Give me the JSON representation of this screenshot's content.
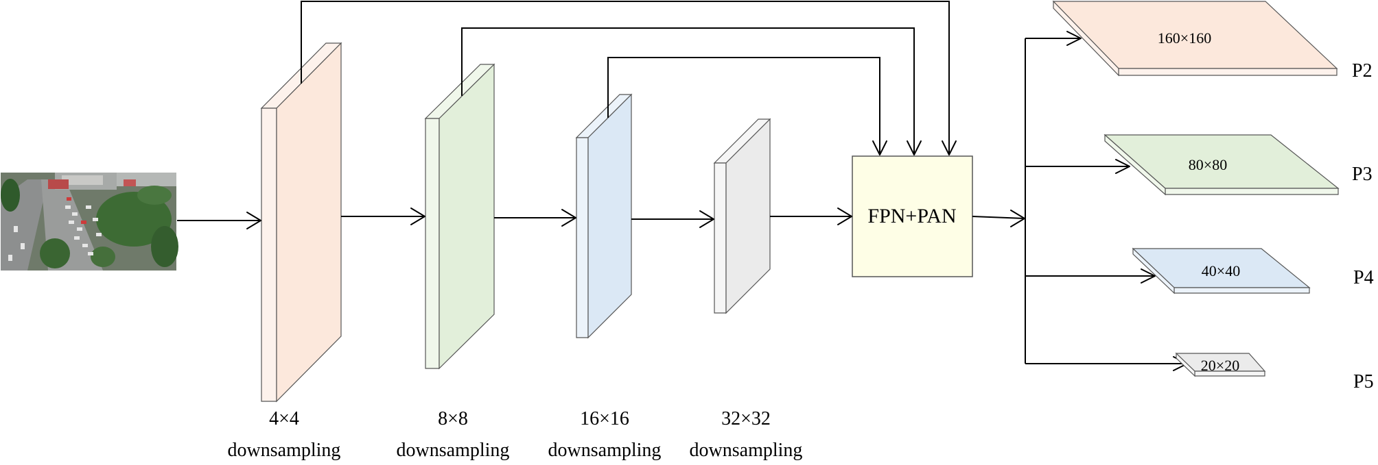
{
  "input": {
    "name": "aerial-street-photo"
  },
  "stages": [
    {
      "id": "s1",
      "size": "4×4",
      "caption": "downsampling",
      "color": "#fce8dc",
      "side": "#fdf2ec"
    },
    {
      "id": "s2",
      "size": "8×8",
      "caption": "downsampling",
      "color": "#e2efda",
      "side": "#f0f7eb"
    },
    {
      "id": "s3",
      "size": "16×16",
      "caption": "downsampling",
      "color": "#dbe8f5",
      "side": "#ecf3fa"
    },
    {
      "id": "s4",
      "size": "32×32",
      "caption": "downsampling",
      "color": "#ebebeb",
      "side": "#f6f6f6"
    }
  ],
  "neck": {
    "label": "FPN+PAN",
    "color": "#fefee6"
  },
  "outputs": [
    {
      "id": "p2",
      "size": "160×160",
      "label": "P2",
      "color": "#fce8dc"
    },
    {
      "id": "p3",
      "size": "80×80",
      "label": "P3",
      "color": "#e2efda"
    },
    {
      "id": "p4",
      "size": "40×40",
      "label": "P4",
      "color": "#dbe8f5"
    },
    {
      "id": "p5",
      "size": "20×20",
      "label": "P5",
      "color": "#ebebeb"
    }
  ]
}
